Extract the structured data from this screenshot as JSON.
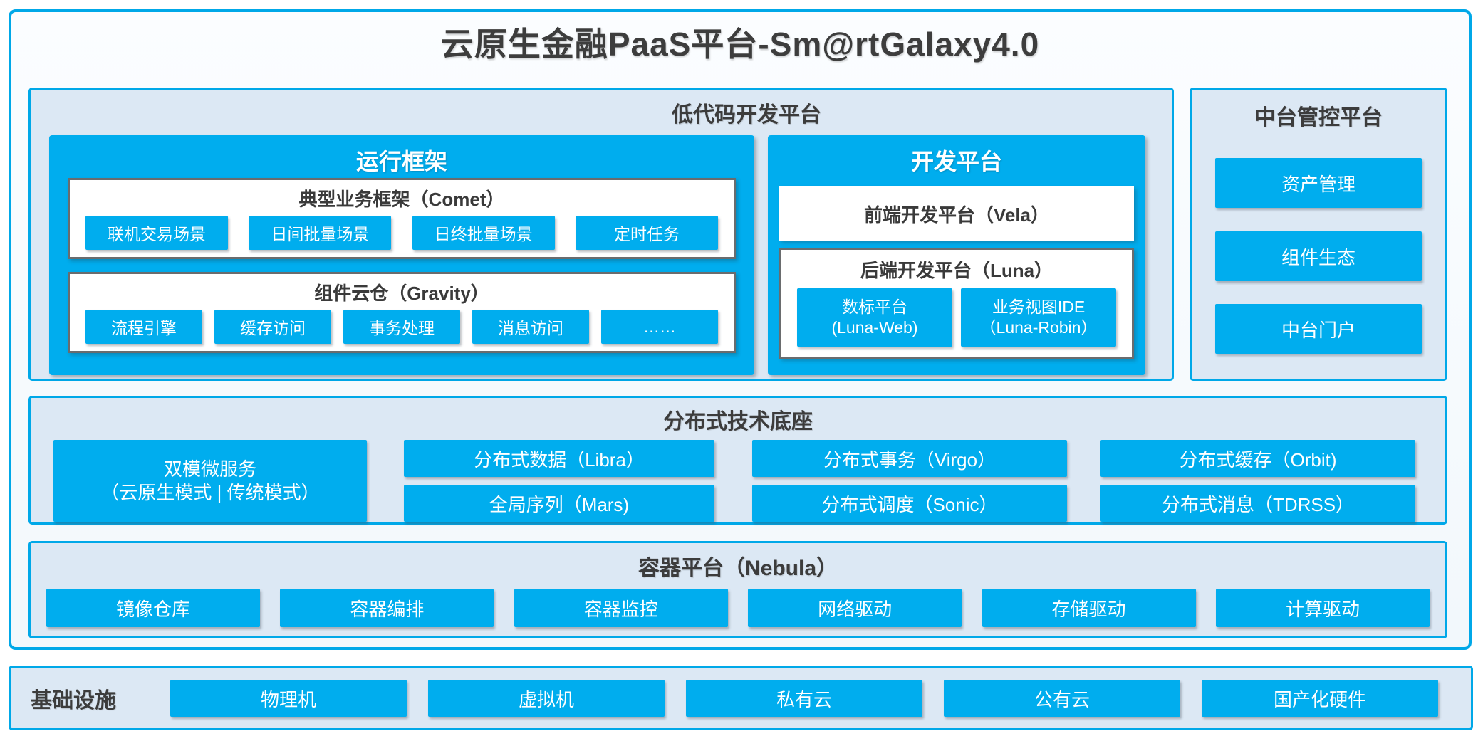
{
  "title": "云原生金融PaaS平台-Sm@rtGalaxy4.0",
  "colors": {
    "accent_blue": "#00ADEE",
    "border_blue": "#00A8E8",
    "section_bg": "#DCE8F4",
    "dark_text": "#3C3C3C",
    "gray_border": "#6A6C6E"
  },
  "lowcode": {
    "title": "低代码开发平台",
    "runtime": {
      "title": "运行框架",
      "comet": {
        "title": "典型业务框架（Comet）",
        "chips": [
          "联机交易场景",
          "日间批量场景",
          "日终批量场景",
          "定时任务"
        ]
      },
      "gravity": {
        "title": "组件云仓（Gravity）",
        "chips": [
          "流程引擎",
          "缓存访问",
          "事务处理",
          "消息访问",
          "……"
        ]
      }
    },
    "devplat": {
      "title": "开发平台",
      "vela": "前端开发平台（Vela）",
      "luna": {
        "title": "后端开发平台（Luna）",
        "chips": [
          {
            "line1": "数标平台",
            "line2": "(Luna-Web)"
          },
          {
            "line1": "业务视图IDE",
            "line2": "（Luna-Robin）"
          }
        ]
      }
    }
  },
  "midplat": {
    "title": "中台管控平台",
    "items": [
      "资产管理",
      "组件生态",
      "中台门户"
    ]
  },
  "dist": {
    "title": "分布式技术底座",
    "dual": {
      "line1": "双模微服务",
      "line2": "（云原生模式 | 传统模式）"
    },
    "row1": [
      "分布式数据（Libra）",
      "分布式事务（Virgo）",
      "分布式缓存（Orbit)"
    ],
    "row2": [
      "全局序列（Mars)",
      "分布式调度（Sonic）",
      "分布式消息（TDRSS）"
    ]
  },
  "containerplat": {
    "title": "容器平台（Nebula）",
    "chips": [
      "镜像仓库",
      "容器编排",
      "容器监控",
      "网络驱动",
      "存储驱动",
      "计算驱动"
    ]
  },
  "infra": {
    "label": "基础设施",
    "chips": [
      "物理机",
      "虚拟机",
      "私有云",
      "公有云",
      "国产化硬件"
    ]
  }
}
